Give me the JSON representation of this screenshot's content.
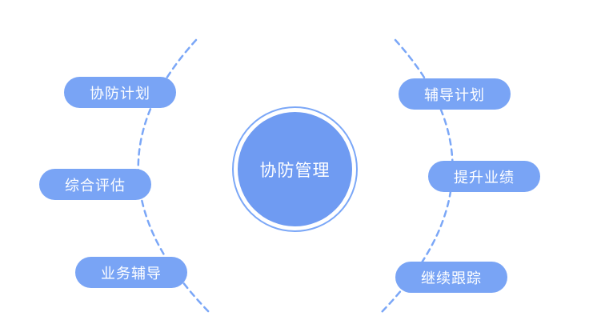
{
  "diagram": {
    "center": {
      "label": "协防管理"
    },
    "left_nodes": [
      {
        "label": "协防计划"
      },
      {
        "label": "综合评估"
      },
      {
        "label": "业务辅导"
      }
    ],
    "right_nodes": [
      {
        "label": "辅导计划"
      },
      {
        "label": "提升业绩"
      },
      {
        "label": "继续跟踪"
      }
    ],
    "colors": {
      "pill_fill": "#79a4f5",
      "circle_fill": "#6f9bf2",
      "ring_stroke": "#7ba7f7",
      "dash_stroke": "#7ba7f7",
      "text": "#ffffff",
      "background": "#ffffff"
    }
  }
}
